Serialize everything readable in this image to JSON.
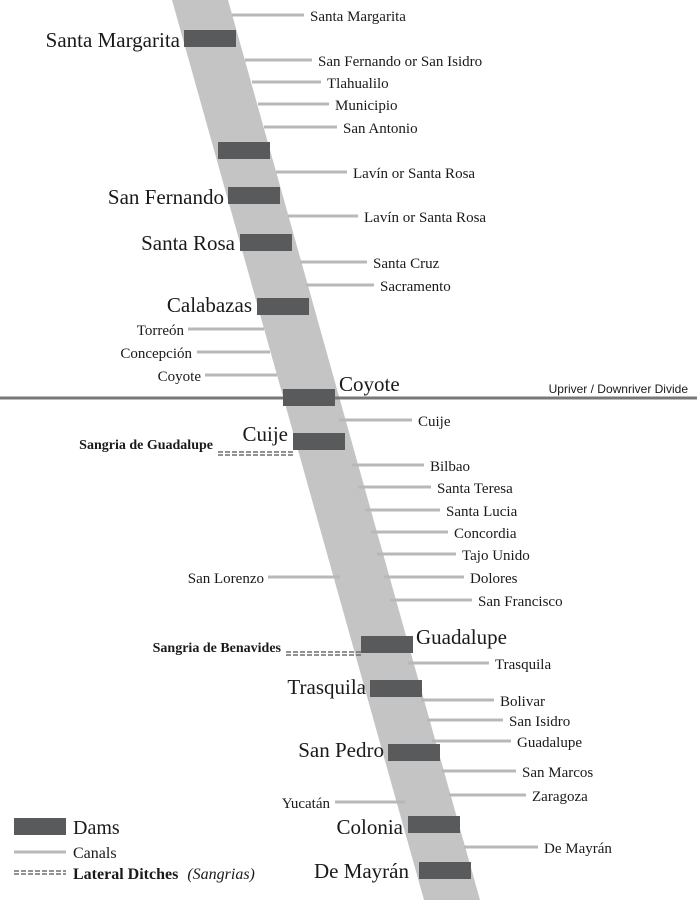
{
  "colors": {
    "river": "#c4c4c5",
    "dam": "#595a5c",
    "canal": "#b8b8b9",
    "ditch": "#6e6e70",
    "divider": "#77787a",
    "text": "#1a1a1a"
  },
  "divider": {
    "label": "Upriver / Downriver Divide"
  },
  "dams": [
    "Santa Margarita",
    "San Fernando",
    "Santa Rosa",
    "Calabazas",
    "Coyote",
    "Cuije",
    "Guadalupe",
    "Trasquila",
    "San Pedro",
    "Colonia",
    "De Mayrán"
  ],
  "canals_right": [
    "Santa Margarita",
    "San Fernando or San Isidro",
    "Tlahualilo",
    "Municipio",
    "San Antonio",
    "Lavín or Santa Rosa",
    "Lavín or Santa Rosa",
    "Santa Cruz",
    "Sacramento",
    "Cuije",
    "Bilbao",
    "Santa Teresa",
    "Santa Lucia",
    "Concordia",
    "Tajo Unido",
    "Dolores",
    "San Francisco",
    "Trasquila",
    "Bolivar",
    "San Isidro",
    "Guadalupe",
    "San Marcos",
    "Zaragoza",
    "De Mayrán"
  ],
  "canals_left": [
    "Torreón",
    "Concepción",
    "Coyote",
    "San Lorenzo",
    "Yucatán"
  ],
  "sangrias": [
    "Sangria de Guadalupe",
    "Sangria de Benavides"
  ],
  "legend": {
    "dams": "Dams",
    "canals": "Canals",
    "ditches": "Lateral Ditches",
    "ditches_note": "(Sangrias)"
  }
}
